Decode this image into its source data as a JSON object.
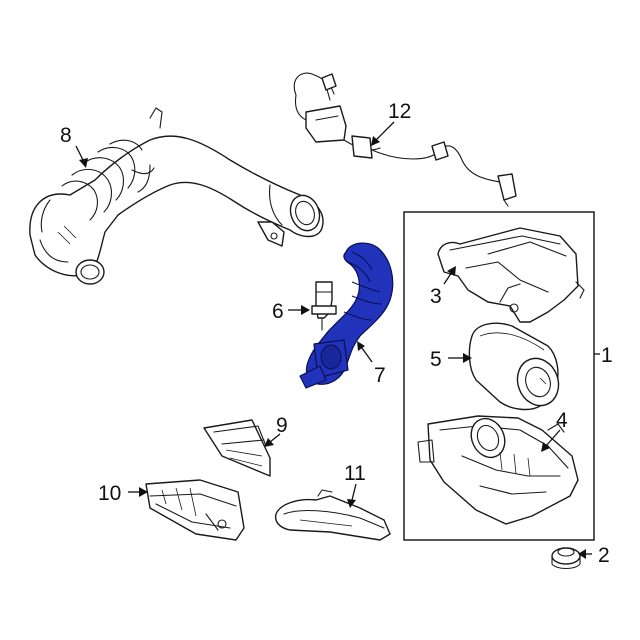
{
  "diagram": {
    "highlight_color": "#2233bb",
    "callouts": [
      {
        "id": "c1",
        "label": "1"
      },
      {
        "id": "c2",
        "label": "2"
      },
      {
        "id": "c3",
        "label": "3"
      },
      {
        "id": "c4",
        "label": "4"
      },
      {
        "id": "c5",
        "label": "5"
      },
      {
        "id": "c6",
        "label": "6"
      },
      {
        "id": "c7",
        "label": "7"
      },
      {
        "id": "c8",
        "label": "8"
      },
      {
        "id": "c9",
        "label": "9"
      },
      {
        "id": "c10",
        "label": "10"
      },
      {
        "id": "c11",
        "label": "11"
      },
      {
        "id": "c12",
        "label": "12"
      }
    ]
  }
}
